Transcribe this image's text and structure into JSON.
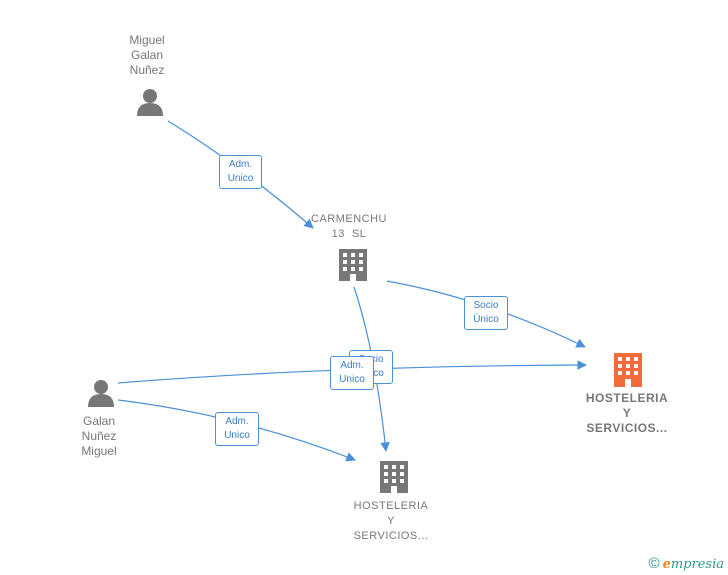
{
  "nodes": {
    "miguel_galan_nunez": {
      "lines": [
        "Miguel",
        "Galan",
        "Nuñez"
      ],
      "icon": "person-icon"
    },
    "carmenchu": {
      "lines": [
        "CARMENCHU",
        "13  SL"
      ],
      "icon": "building-icon"
    },
    "galan_nunez_miguel": {
      "lines": [
        "Galan",
        "Nuñez",
        "Miguel"
      ],
      "icon": "person-icon"
    },
    "hosteleria_main": {
      "lines": [
        "HOSTELERIA",
        "Y",
        "SERVICIOS..."
      ],
      "icon": "building-icon"
    },
    "hosteleria_second": {
      "lines": [
        "HOSTELERIA",
        "Y",
        "SERVICIOS..."
      ],
      "icon": "building-icon"
    }
  },
  "edges": {
    "adm_unico_1": {
      "lines": [
        "Adm.",
        "Unico"
      ]
    },
    "socio_unico_1": {
      "lines": [
        "Socio",
        "Único"
      ]
    },
    "socio_unico_2": {
      "lines": [
        "Socio",
        "Único"
      ]
    },
    "adm_unico_2": {
      "lines": [
        "Adm.",
        "Unico"
      ]
    },
    "adm_unico_3": {
      "lines": [
        "Adm.",
        "Unico"
      ]
    }
  },
  "colors": {
    "edge": "#4a90d9",
    "person_icon": "#777777",
    "building_icon": "#777777",
    "building_highlight": "#f26b3a"
  },
  "brand": {
    "copyright": "©",
    "logo_initial": "e",
    "logo_rest": "mpresia"
  }
}
